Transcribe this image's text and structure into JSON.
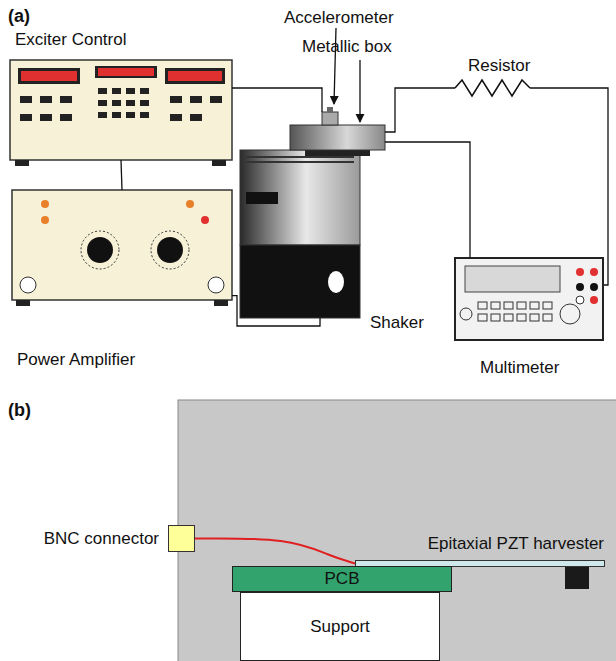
{
  "diagram": {
    "nodes": [
      {
        "text": [
          "Exciter Control"
        ]
      },
      {
        "text": [
          "Power Amplifier"
        ]
      },
      {
        "text": [
          "Shaker"
        ]
      },
      {
        "text": [
          "Multimeter"
        ]
      },
      {
        "text": [
          "BNC connector"
        ]
      },
      {
        "text": [
          "Epitaxial PZT harvester"
        ]
      },
      {
        "text": [
          "PCB"
        ]
      },
      {
        "text": [
          "Support"
        ]
      }
    ],
    "edges": [
      {
        "from": 0,
        "to": 1,
        "arrow": "none"
      },
      {
        "from": 1,
        "to": 2,
        "arrow": "none"
      },
      {
        "from": 4,
        "to": 5,
        "arrow": "none"
      }
    ],
    "labels": [
      "(a)",
      "Accelerometer",
      "Metallic box",
      "Resistor",
      "(b)"
    ]
  }
}
